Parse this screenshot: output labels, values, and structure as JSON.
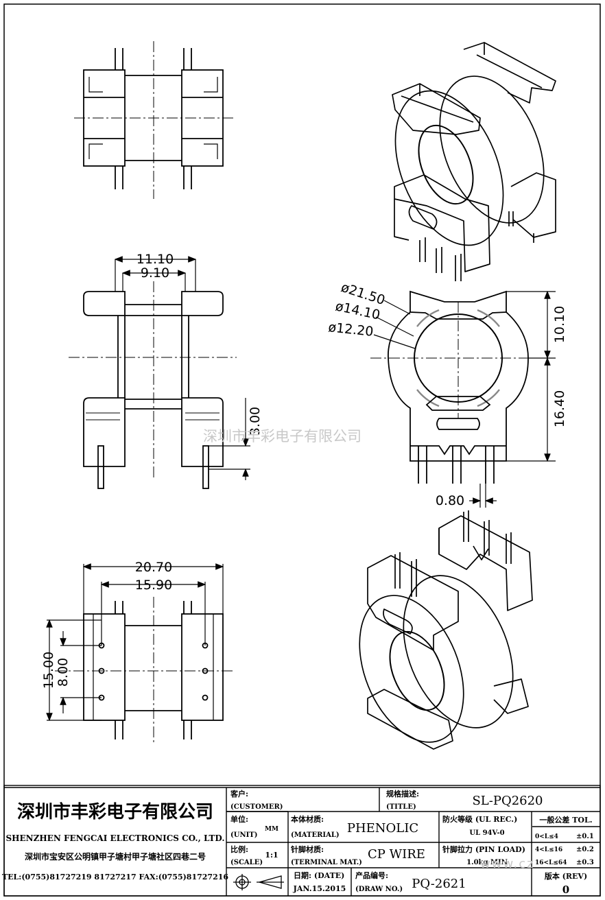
{
  "drawing": {
    "dimensions": {
      "side_overall": "11.10",
      "side_inner": "9.10",
      "side_pin": "3.00",
      "front_dia_outer": "ø21.50",
      "front_dia_mid": "ø14.10",
      "front_dia_inner": "ø12.20",
      "front_top_height": "10.10",
      "front_bottom_height": "16.40",
      "front_pin_width": "0.80",
      "bottom_overall": "20.70",
      "bottom_inner": "15.90",
      "bottom_pin_outer": "15.00",
      "bottom_pin_inner": "8.00"
    },
    "watermark": "深圳市丰彩电子有限公司",
    "watermark_url": "www.cz"
  },
  "title_block": {
    "company_cn": "深圳市丰彩电子有限公司",
    "company_en": "SHENZHEN FENGCAI ELECTRONICS CO., LTD.",
    "address": "深圳市宝安区公明镇甲子塘村甲子塘社区四巷二号",
    "phone": "TEL:(0755)81727219  81727217   FAX:(0755)81727216",
    "customer_label_cn": "客户:",
    "customer_label_en": "(CUSTOMER)",
    "title_label_cn": "规格描述:",
    "title_label_en": "(TITLE)",
    "title_value": "SL-PQ2620",
    "unit_label_cn": "单位:",
    "unit_label_en": "(UNIT)",
    "unit_value": "MM",
    "material_label_cn": "本体材质:",
    "material_label_en": "(MATERIAL)",
    "material_value": "PHENOLIC",
    "flame_label": "防火等级 (UL REC.)",
    "flame_value": "UL 94V-0",
    "tolerance_label": "一般公差 TOL.",
    "tolerance_rows": [
      {
        "range": "0<L≤4",
        "tol": "±0.1"
      },
      {
        "range": "4<L≤16",
        "tol": "±0.2"
      },
      {
        "range": "16<L≤64",
        "tol": "±0.3"
      }
    ],
    "scale_label_cn": "比例:",
    "scale_label_en": "(SCALE)",
    "scale_value": "1:1",
    "terminal_label_cn": "针脚材质:",
    "terminal_label_en": "(TERMINAL MAT.)",
    "terminal_value": "CP WIRE",
    "pinload_label": "针脚拉力 (PIN LOAD)",
    "pinload_value": "1.0kg MIN",
    "date_label": "日期: (DATE)",
    "date_value": "JAN.15.2015",
    "drawno_label_cn": "产品编号:",
    "drawno_label_en": "(DRAW NO.)",
    "drawno_value": "PQ-2621",
    "rev_label": "版本 (REV)",
    "rev_value": "0"
  }
}
